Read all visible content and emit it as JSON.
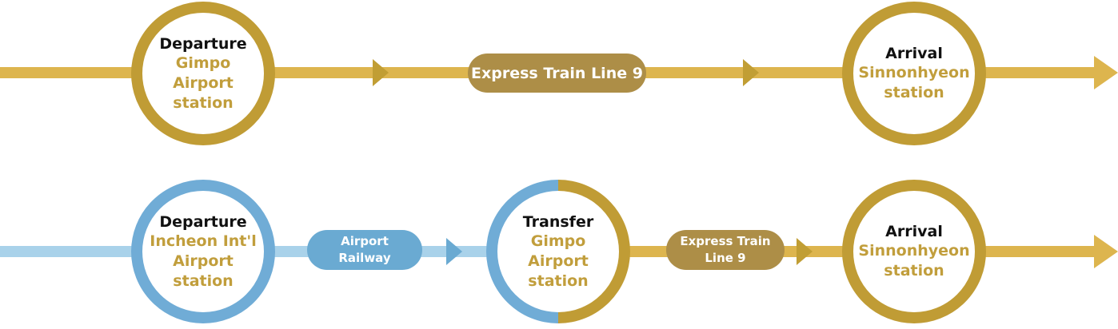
{
  "colors": {
    "gold": "#c09c35",
    "gold_line": "#ddb54e",
    "gold_pill": "#ad8e47",
    "blue": "#70acd6",
    "blue_line": "#a9d2ea",
    "label_gold": "#c19e3c"
  },
  "route_1": {
    "departure": {
      "kind": "Departure",
      "name": "Gimpo Airport\nstation"
    },
    "segment": {
      "label": "Express Train Line 9"
    },
    "arrival": {
      "kind": "Arrival",
      "name": "Sinnonhyeon\nstation"
    }
  },
  "route_2": {
    "departure": {
      "kind": "Departure",
      "name": "Incheon Int'l\nAirport\nstation"
    },
    "segment_1": {
      "label": "Airport\nRailway"
    },
    "transfer": {
      "kind": "Transfer",
      "name": "Gimpo Airport\nstation"
    },
    "segment_2": {
      "label": "Express Train\nLine 9"
    },
    "arrival": {
      "kind": "Arrival",
      "name": "Sinnonhyeon\nstation"
    }
  }
}
